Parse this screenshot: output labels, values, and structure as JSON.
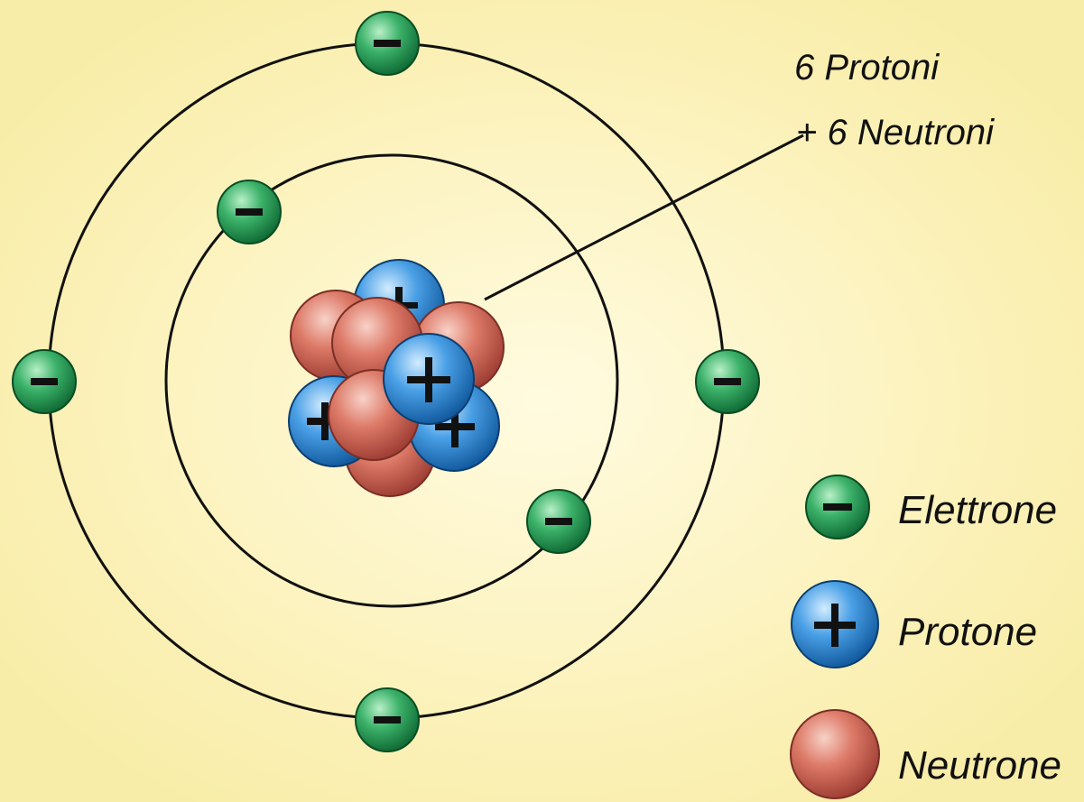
{
  "annotation": {
    "line1": "6 Protoni",
    "line2": "+ 6 Neutroni"
  },
  "legend": {
    "electron_label": "Elettrone",
    "proton_label": "Protone",
    "neutron_label": "Neutrone"
  },
  "colors": {
    "background": "#fdf6c4",
    "electron": "#2e9c5a",
    "proton": "#3a8fd6",
    "neutron": "#d96a5c",
    "orbit": "#111111"
  }
}
